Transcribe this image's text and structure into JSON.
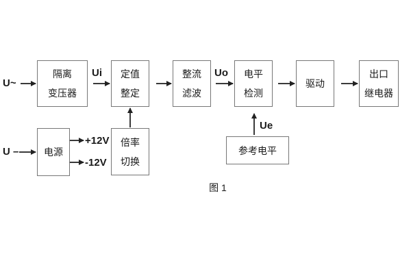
{
  "figure": {
    "caption": "图 1",
    "colors": {
      "background": "#ffffff",
      "box_border": "#767676",
      "arrow": "#333333",
      "text": "#1a1a1a"
    },
    "blocks": {
      "isolation_transformer": {
        "line1": "隔离",
        "line2": "变压器"
      },
      "setpoint_adjustment": {
        "line1": "定值",
        "line2": "整定"
      },
      "rectifier_filter": {
        "line1": "整流",
        "line2": "滤波"
      },
      "level_detection": {
        "line1": "电平",
        "line2": "检测"
      },
      "driver": {
        "line1": "驱动"
      },
      "output_relay": {
        "line1": "出口",
        "line2": "继电器"
      },
      "power_supply": {
        "line1": "电源"
      },
      "ratio_switching": {
        "line1": "倍率",
        "line2": "切换"
      },
      "reference_level": {
        "line1": "参考电平"
      }
    },
    "signal_labels": {
      "ac_input": "U~",
      "dc_input": "U –",
      "ui": "Ui",
      "uo": "Uo",
      "ue": "Ue",
      "plus_12v": "+12V",
      "minus_12v": "-12V"
    }
  }
}
